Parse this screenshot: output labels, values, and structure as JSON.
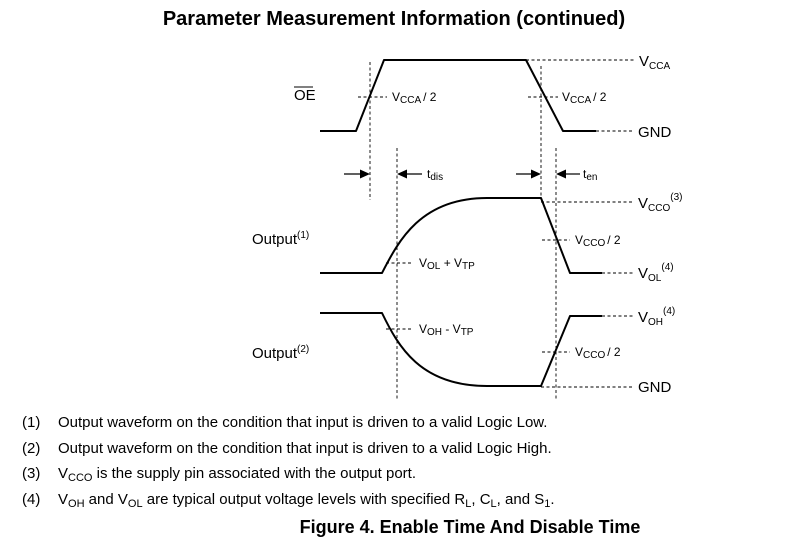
{
  "title": "Parameter Measurement Information (continued)",
  "labels": {
    "oe": "OE",
    "output1": {
      "text": "Output",
      "sup": "(1)"
    },
    "output2": {
      "text": "Output",
      "sup": "(2)"
    },
    "vcca": {
      "base": "V",
      "sub": "CCA"
    },
    "vcca_half_1": {
      "base": "V",
      "sub": "CCA",
      "tail": "/ 2"
    },
    "vcca_half_2": {
      "base": "V",
      "sub": "CCA",
      "tail": "/ 2"
    },
    "gnd_top": "GND",
    "gnd_bottom": "GND",
    "tdis": {
      "base": "t",
      "sub": "dis"
    },
    "ten": {
      "base": "t",
      "sub": "en"
    },
    "vcco_top": {
      "base": "V",
      "sub": "CCO",
      "sup": "(3)"
    },
    "vcco_half_1": {
      "base": "V",
      "sub": "CCO",
      "tail": "/ 2"
    },
    "vcco_half_2": {
      "base": "V",
      "sub": "CCO",
      "tail": "/ 2"
    },
    "vol_vtp": {
      "v1": "V",
      "s1": "OL",
      "mid": " + V",
      "s2": "TP"
    },
    "voh_vtp": {
      "v1": "V",
      "s1": "OH",
      "mid": " - V",
      "s2": "TP"
    },
    "vol": {
      "base": "V",
      "sub": "OL",
      "sup": "(4)"
    },
    "voh": {
      "base": "V",
      "sub": "OH",
      "sup": "(4)"
    }
  },
  "notes": [
    {
      "num": "(1)",
      "text": "Output waveform on the condition that input is driven to a valid Logic Low."
    },
    {
      "num": "(2)",
      "text": "Output waveform on the condition that input is driven to a valid Logic High."
    },
    {
      "num": "(3)",
      "p1": "V",
      "s1": "CCO",
      "rest": " is the supply pin associated with the output port."
    },
    {
      "num": "(4)",
      "p1": "V",
      "s1": "OH",
      "p2": " and V",
      "s2": "OL",
      "p3": " are typical output voltage levels with specified R",
      "s3": "L",
      "p4": ", C",
      "s4": "L",
      "p5": ", and S",
      "s5": "1",
      "p6": "."
    }
  ],
  "caption": "Figure 4.  Enable Time And Disable Time"
}
